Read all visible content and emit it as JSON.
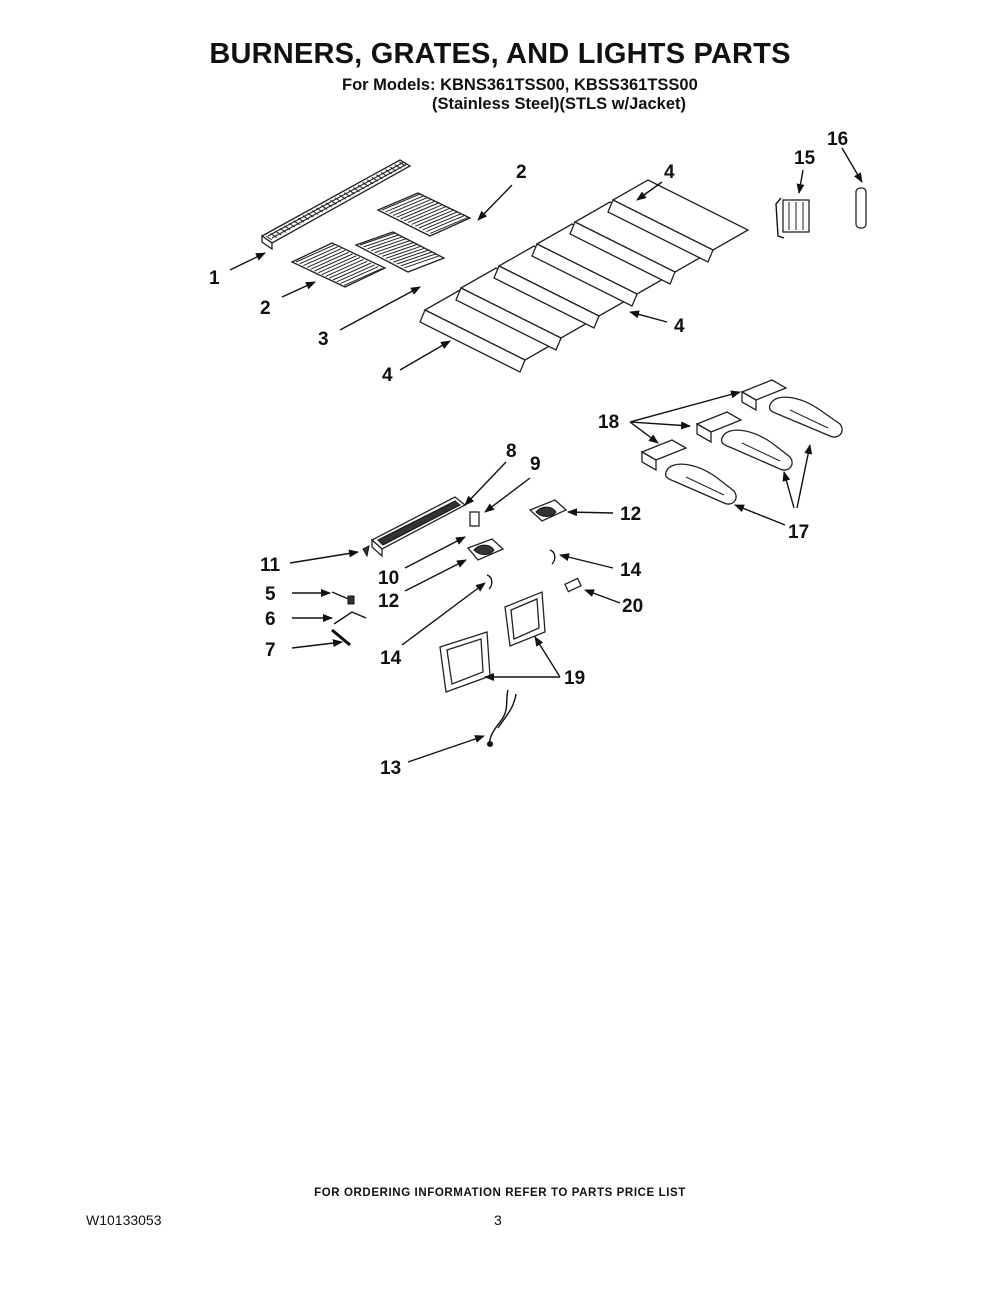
{
  "header": {
    "title": "BURNERS, GRATES, AND LIGHTS PARTS",
    "models": "For Models: KBNS361TSS00, KBSS361TSS00",
    "variant": "(Stainless Steel)(STLS w/Jacket)"
  },
  "callouts": {
    "c1": "1",
    "c2a": "2",
    "c2b": "2",
    "c3": "3",
    "c4a": "4",
    "c4b": "4",
    "c4c": "4",
    "c5": "5",
    "c6": "6",
    "c7": "7",
    "c8": "8",
    "c9": "9",
    "c10": "10",
    "c11": "11",
    "c12a": "12",
    "c12b": "12",
    "c13": "13",
    "c14a": "14",
    "c14b": "14",
    "c15": "15",
    "c16": "16",
    "c17": "17",
    "c18": "18",
    "c19": "19",
    "c20": "20"
  },
  "footer": {
    "ordering_note": "FOR ORDERING INFORMATION REFER TO PARTS PRICE LIST",
    "document_number": "W10133053",
    "page_number": "3"
  }
}
